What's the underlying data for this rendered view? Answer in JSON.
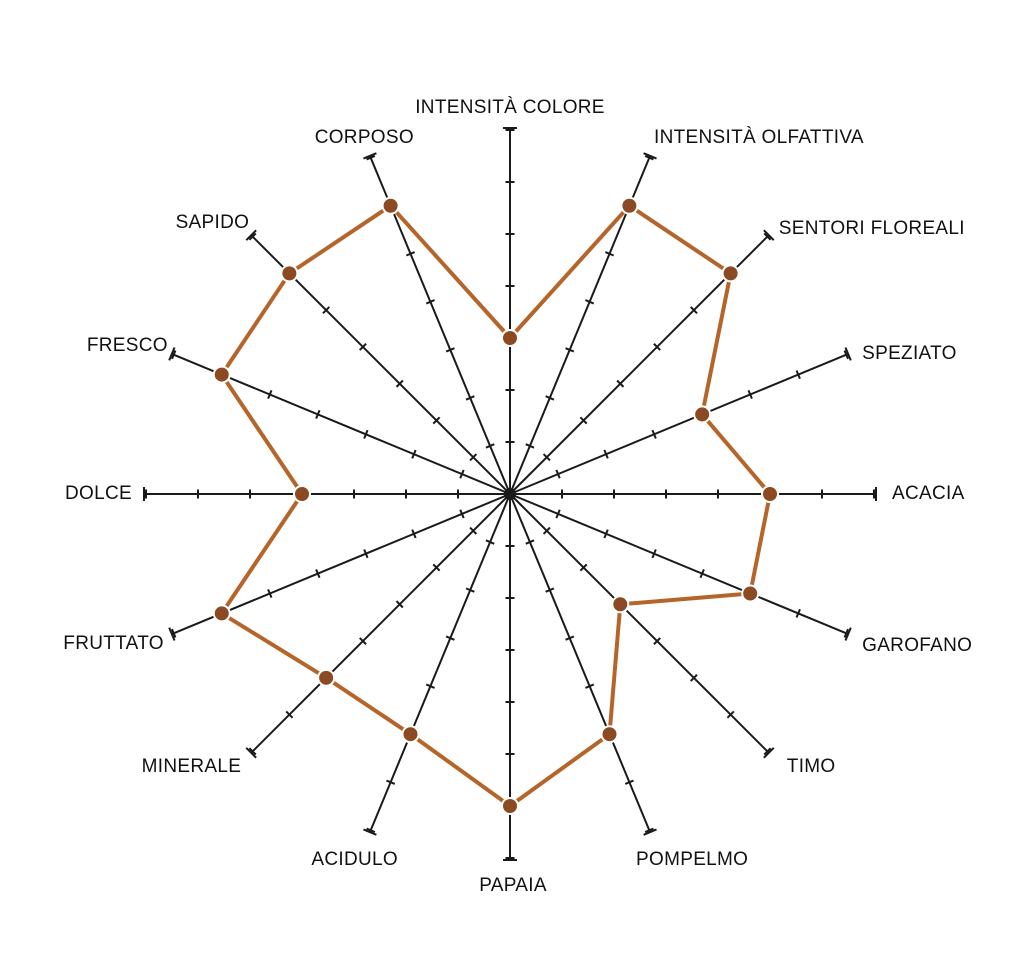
{
  "chart_data": {
    "type": "radar",
    "title": "",
    "max": 7,
    "categories": [
      "INTENSITÀ COLORE",
      "INTENSITÀ OLFATTIVA",
      "SENTORI FLOREALI",
      "SPEZIATO",
      "ACACIA",
      "GAROFANO",
      "TIMO",
      "POMPELMO",
      "PAPAIA",
      "ACIDULO",
      "MINERALE",
      "FRUTTATO",
      "DOLCE",
      "FRESCO",
      "SAPIDO",
      "CORPOSO"
    ],
    "series": [
      {
        "values": [
          3,
          6,
          6,
          4,
          5,
          5,
          3,
          5,
          6,
          5,
          5,
          6,
          4,
          6,
          6,
          6
        ]
      }
    ],
    "grid": true,
    "colors": {
      "line": "#b5652a",
      "point": "#8b4a22",
      "axis": "#1a1a1a"
    }
  }
}
